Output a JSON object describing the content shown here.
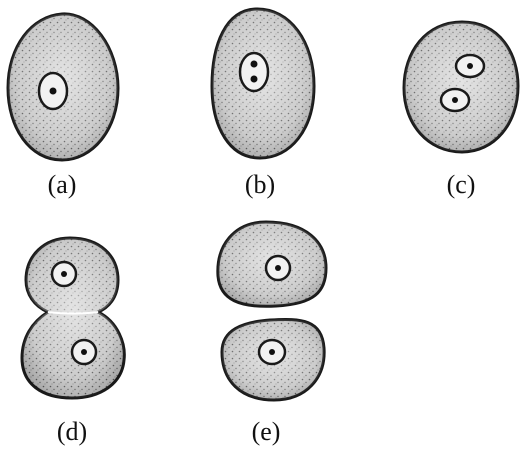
{
  "figure": {
    "panels": [
      {
        "label": "(a)",
        "description": "oval cell with one nucleus containing a single nucleolus"
      },
      {
        "label": "(b)",
        "description": "oval cell with one nucleus containing two nucleoli"
      },
      {
        "label": "(c)",
        "description": "round cell with two separate nuclei"
      },
      {
        "label": "(d)",
        "description": "cell constricting into two, each half with a nucleus"
      },
      {
        "label": "(e)",
        "description": "two separated daughter cells, each with a nucleus"
      }
    ]
  },
  "colors": {
    "outline": "#1a1a1a",
    "cytoplasm": "#bdbdbd",
    "stipple": "#555555",
    "nucleus_fill": "#f2f2f2",
    "background": "#ffffff"
  }
}
